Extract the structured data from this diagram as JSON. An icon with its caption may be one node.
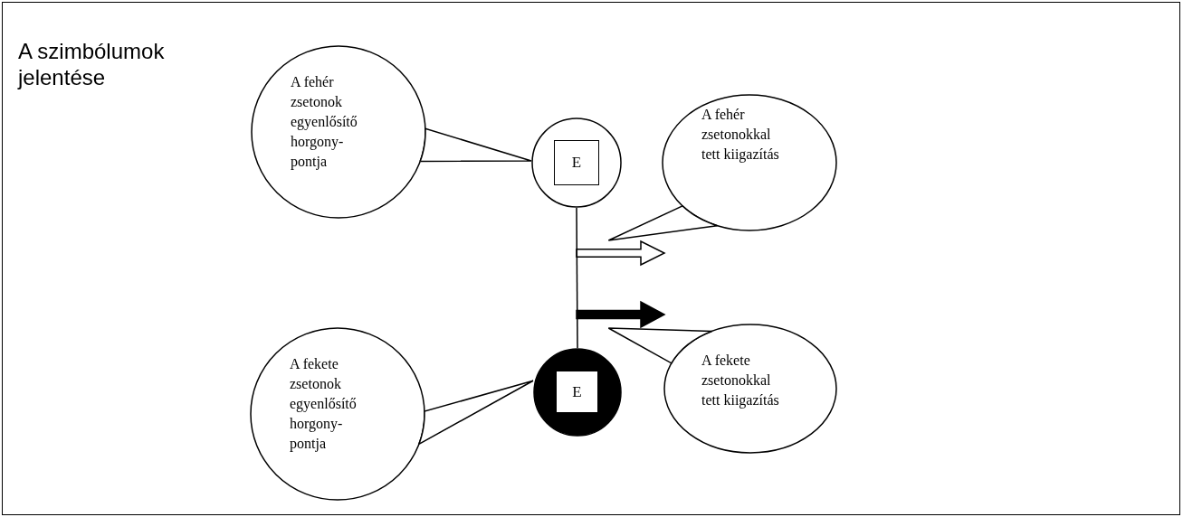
{
  "diagram": {
    "title": "A szimbólumok jelentése",
    "nodes": [
      {
        "text": [
          "A fehér zsetonok egyenlősítő horgony- pontja"
        ]
      },
      {
        "text": [],
        "shape": "circle"
      },
      {
        "text": [
          "E"
        ],
        "in": 1
      },
      {
        "text": [
          "A fehér zsetonokkal tett kiigazítás"
        ]
      },
      {
        "text": [],
        "shape": "arrow"
      },
      {
        "text": [],
        "shape": "arrow"
      },
      {
        "text": [
          "A fekete zsetonok egyenlősítő horgony- pontja"
        ]
      },
      {
        "text": [],
        "shape": "circle"
      },
      {
        "text": [
          "E"
        ],
        "in": 7
      },
      {
        "text": [
          "A fekete zsetonokkal tett kiigazítás"
        ]
      }
    ],
    "edges": [
      {
        "from": 0,
        "to": 1,
        "arrow": "none"
      },
      {
        "from": 3,
        "to": 4,
        "arrow": "none"
      },
      {
        "from": 1,
        "to": 7,
        "arrow": "none"
      },
      {
        "from": 6,
        "to": 7,
        "arrow": "none"
      },
      {
        "from": 9,
        "to": 5,
        "arrow": "none"
      }
    ]
  }
}
